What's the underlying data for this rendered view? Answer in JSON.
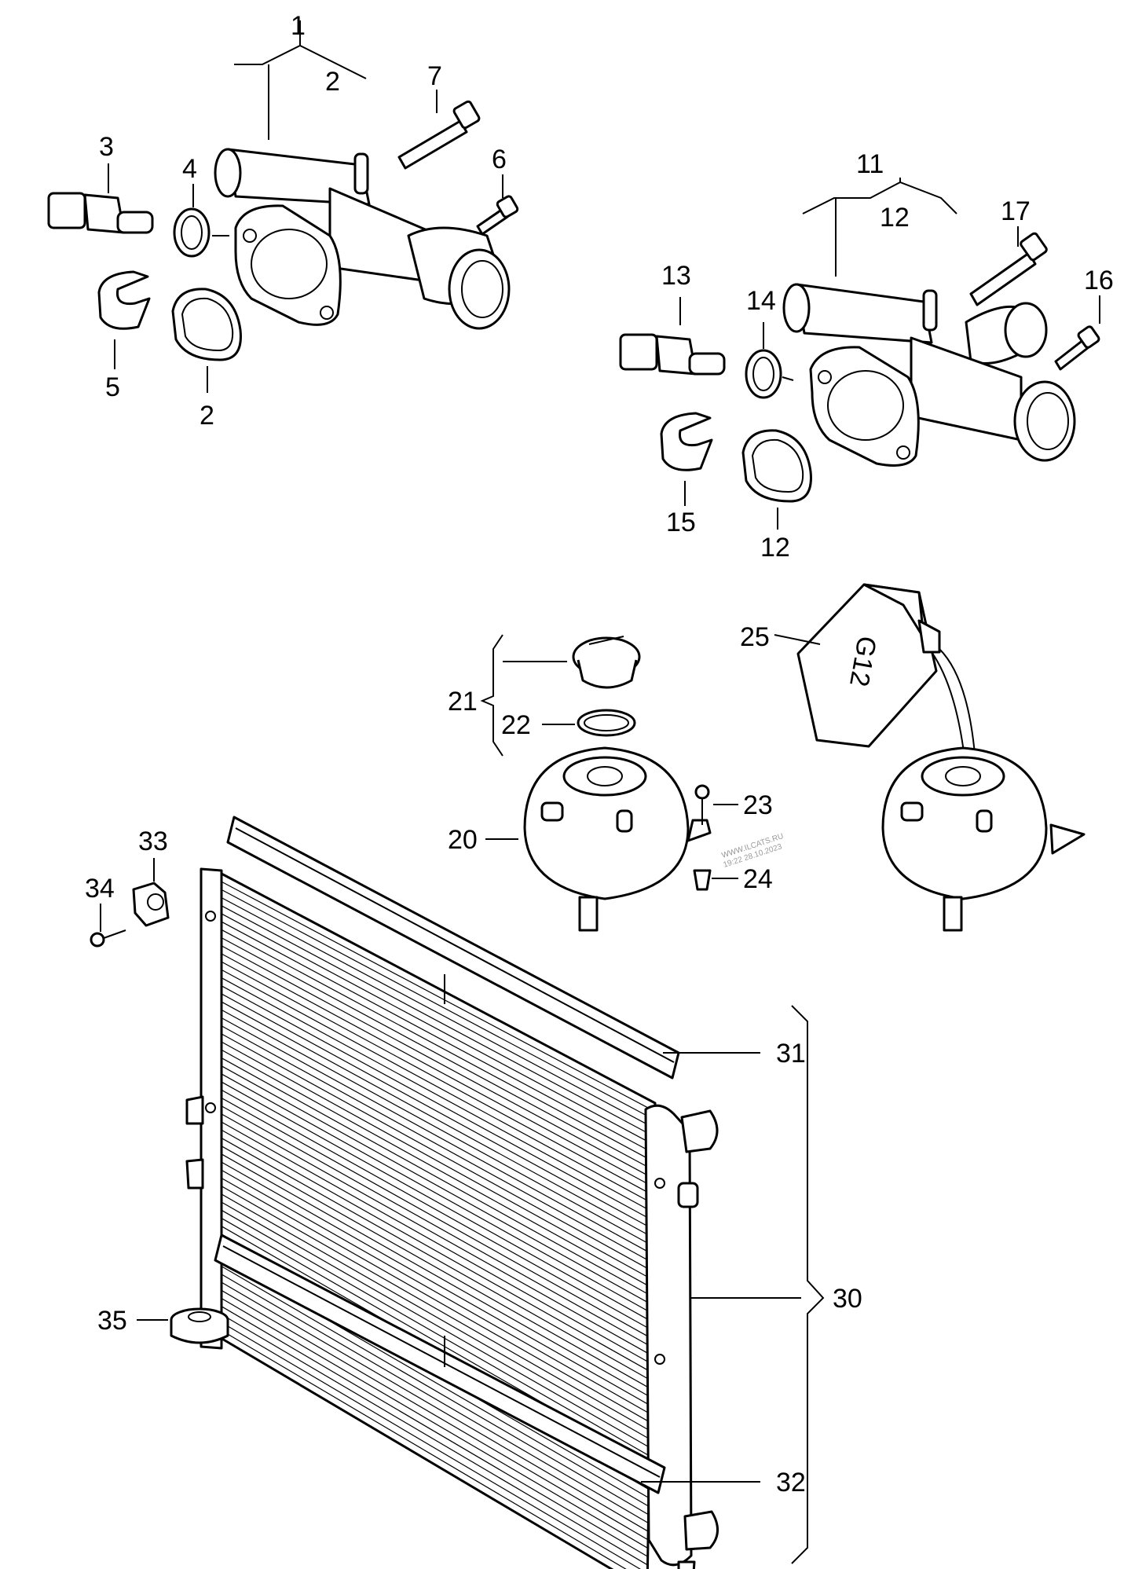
{
  "callouts": {
    "p1": "1",
    "p2a": "2",
    "p2b": "2",
    "p3": "3",
    "p4": "4",
    "p5": "5",
    "p6": "6",
    "p7": "7",
    "p11": "11",
    "p12a": "12",
    "p12b": "12",
    "p13": "13",
    "p14": "14",
    "p15": "15",
    "p16": "16",
    "p17": "17",
    "p20": "20",
    "p21": "21",
    "p22": "22",
    "p23": "23",
    "p24": "24",
    "p25": "25",
    "p30": "30",
    "p31": "31",
    "p32": "32",
    "p33": "33",
    "p34": "34",
    "p35": "35"
  },
  "bottle_label": "G12",
  "watermark": {
    "line1": "WWW.ILCATS.RU",
    "line2": "19:22 28.10.2023"
  }
}
